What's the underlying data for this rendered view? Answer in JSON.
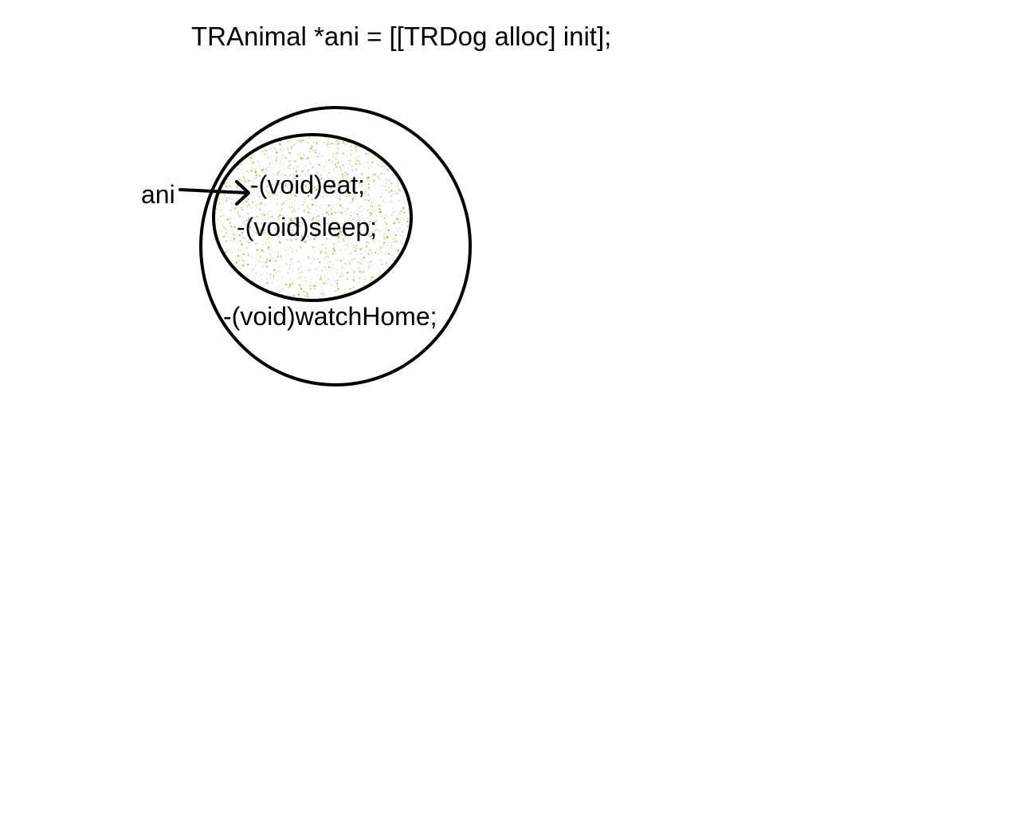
{
  "code_line": "TRAnimal *ani = [[TRDog alloc] init];",
  "pointer_label": "ani",
  "inner_methods": [
    "-(void)eat;",
    "-(void)sleep;"
  ],
  "outer_method": "-(void)watchHome;",
  "colors": {
    "ink": "#000000",
    "speckle": "#a8a12a",
    "background": "#ffffff"
  }
}
